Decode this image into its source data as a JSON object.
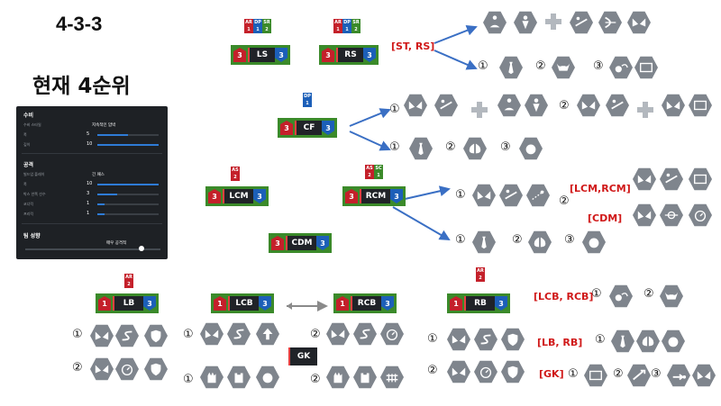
{
  "formation": "4-3-3",
  "rank": "현재 4순위",
  "panel": {
    "defense_title": "수비",
    "defense_style_label": "수비 스타일",
    "defense_style_value": "지속적인 압박",
    "width_label": "폭",
    "width_value": "5",
    "depth_label": "깊이",
    "depth_value": "10",
    "attack_title": "공격",
    "buildup_label": "빌드업 플레이",
    "buildup_value": "긴 패스",
    "att_width_label": "폭",
    "att_width_value": "10",
    "box_label": "박스 안쪽 선수",
    "box_value": "3",
    "corner_label": "코너킥",
    "corner_value": "1",
    "freekick_label": "프리킥",
    "freekick_value": "1",
    "team_title": "팀 성향",
    "team_value": "매우 공격적"
  },
  "players": {
    "ls": {
      "pos": "LS",
      "n1": "3",
      "n2": "3"
    },
    "rs": {
      "pos": "RS",
      "n1": "3",
      "n2": "3"
    },
    "cf": {
      "pos": "CF",
      "n1": "3",
      "n2": "3"
    },
    "lcm": {
      "pos": "LCM",
      "n1": "3",
      "n2": "3"
    },
    "rcm": {
      "pos": "RCM",
      "n1": "3",
      "n2": "3"
    },
    "cdm": {
      "pos": "CDM",
      "n1": "3",
      "n2": "3"
    },
    "lb": {
      "pos": "LB",
      "n1": "1",
      "n2": "3"
    },
    "lcb": {
      "pos": "LCB",
      "n1": "1",
      "n2": "3"
    },
    "rcb": {
      "pos": "RCB",
      "n1": "1",
      "n2": "3"
    },
    "rb": {
      "pos": "RB",
      "n1": "1",
      "n2": "3"
    },
    "gk": {
      "pos": "GK"
    }
  },
  "badges": {
    "ar": "AR",
    "dp": "DP",
    "sr": "SR",
    "as": "AS",
    "sc": "SC",
    "one": "1",
    "two": "2"
  },
  "labels": {
    "st_rs": "[ST, RS]",
    "lcm_rcm": "[LCM,RCM]",
    "cdm": "[CDM]",
    "lcb_rcb": "[LCB, RCB]",
    "lb_rb": "[LB, RB]",
    "gk": "[GK]"
  },
  "circled": {
    "c1": "①",
    "c2": "②",
    "c3": "③"
  },
  "colors": {
    "tile_green": "#3b8a2a",
    "red": "#c4202a",
    "blue": "#1c5fb8",
    "hex_gray": "#7f858d",
    "label_red": "#d01818"
  }
}
